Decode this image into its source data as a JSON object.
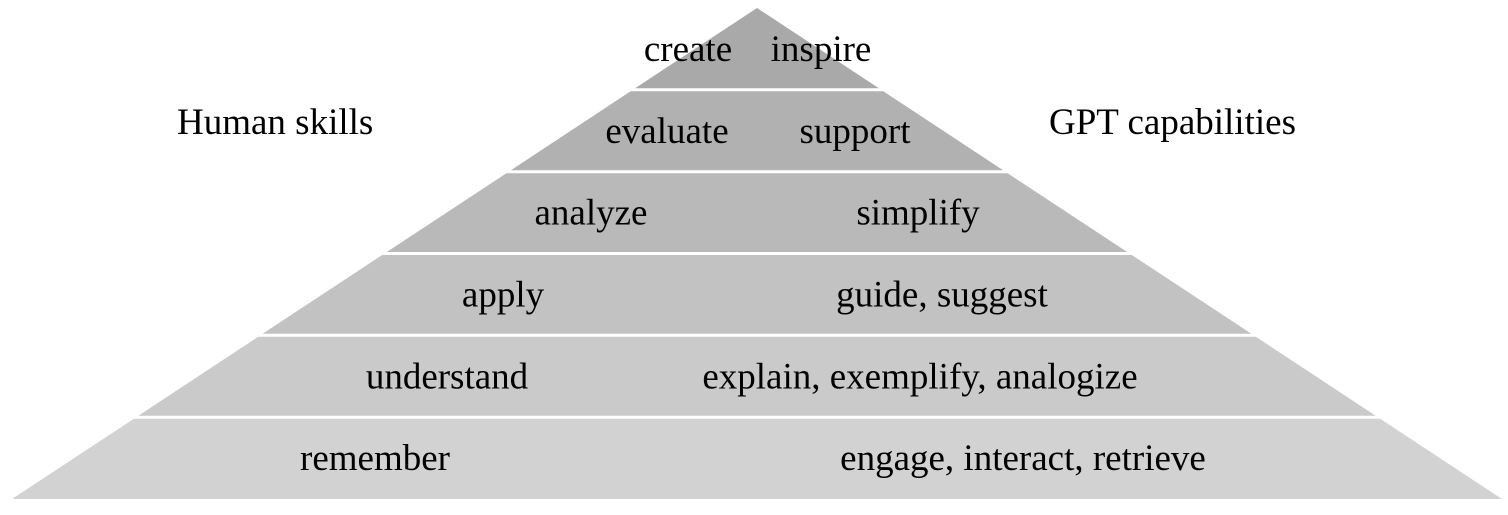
{
  "labels": {
    "left_heading": "Human skills",
    "right_heading": "GPT capabilities"
  },
  "levels": [
    {
      "human": "create",
      "gpt": "inspire"
    },
    {
      "human": "evaluate",
      "gpt": "support"
    },
    {
      "human": "analyze",
      "gpt": "simplify"
    },
    {
      "human": "apply",
      "gpt": "guide, suggest"
    },
    {
      "human": "understand",
      "gpt": "explain, exemplify, analogize"
    },
    {
      "human": "remember",
      "gpt": "engage, interact, retrieve"
    }
  ],
  "colors": {
    "tier_top": "#a9a9a9",
    "tier_bottom": "#d2d2d2",
    "separator": "#ffffff",
    "text": "#000000"
  }
}
